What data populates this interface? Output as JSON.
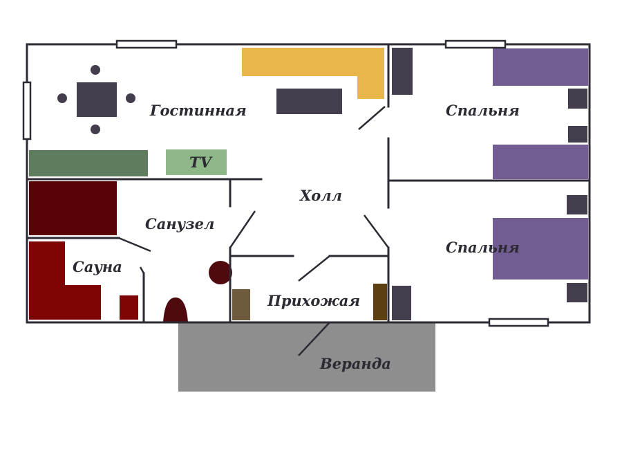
{
  "rooms": {
    "living_room": "Гостинная",
    "bedroom_top": "Спальня",
    "bedroom_bottom": "Спальня",
    "hall": "Холл",
    "bathroom": "Санузел",
    "sauna": "Сауна",
    "entry_hall": "Прихожая",
    "veranda": "Веранда",
    "tv": "TV"
  },
  "colors": {
    "wall": "#2e2a33",
    "kitchen_counter": "#e8b64a",
    "dark_furniture": "#443d4e",
    "bed": "#725d92",
    "sofa": "#5e7d5e",
    "tv_stand": "#8fb889",
    "sauna_stove": "#5a0306",
    "sauna_bench": "#7d0505",
    "bath_fixture": "#500a0f",
    "wardrobe_left": "#6e5a3c",
    "wardrobe_right": "#5c4011",
    "veranda": "#8e8e8e"
  }
}
